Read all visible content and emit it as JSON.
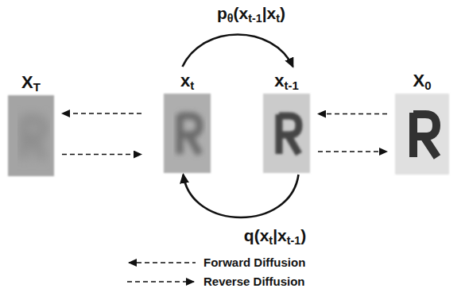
{
  "diagram": {
    "nodes": [
      {
        "text": [
          "XT"
        ]
      },
      {
        "text": [
          "xt"
        ]
      },
      {
        "text": [
          "xt-1"
        ]
      },
      {
        "text": [
          "X0"
        ]
      }
    ],
    "edges": [
      {
        "from": 1,
        "to": 2,
        "arrow": "to",
        "label": "pθ(xt-1|xt)"
      },
      {
        "from": 2,
        "to": 1,
        "arrow": "to",
        "label": "q(xt|xt-1)"
      },
      {
        "from": 1,
        "to": 0,
        "arrow": "to"
      },
      {
        "from": 0,
        "to": 1,
        "arrow": "to"
      },
      {
        "from": 3,
        "to": 2,
        "arrow": "to"
      },
      {
        "from": 2,
        "to": 3,
        "arrow": "to"
      }
    ],
    "legend": [
      {
        "text": "Forward Diffusion"
      },
      {
        "text": "Reverse Diffusion"
      }
    ]
  }
}
